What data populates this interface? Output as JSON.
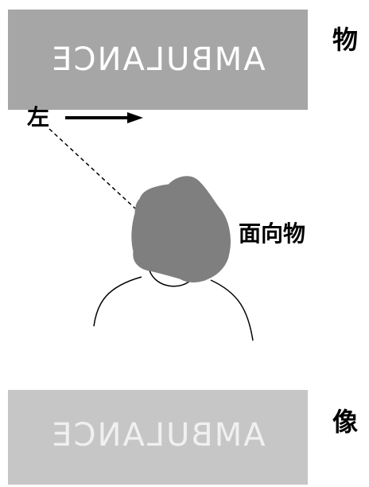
{
  "object_panel": {
    "text": "AMBULANCE",
    "side_label": "物"
  },
  "image_panel": {
    "text": "AMBULANCE",
    "side_label": "像"
  },
  "left_label": "左",
  "facing_label": "面向物",
  "colors": {
    "object_panel": "#a6a6a6",
    "image_panel": "#c6c6c6",
    "head": "#7f7f7f"
  },
  "icons": [
    "arrow-right-icon",
    "person-head-icon",
    "sight-line"
  ]
}
